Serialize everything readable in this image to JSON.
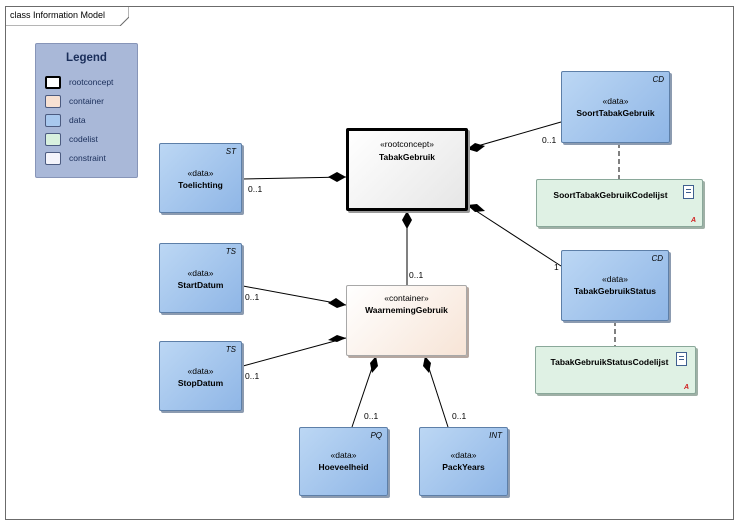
{
  "diagram": {
    "title": "class Information Model"
  },
  "legend": {
    "title": "Legend",
    "items": [
      {
        "label": "rootconcept",
        "color": "#ffffff",
        "border": "#000000"
      },
      {
        "label": "container",
        "color": "#f7e1d3",
        "border": "#4c5b80"
      },
      {
        "label": "data",
        "color": "#a8c8ee",
        "border": "#4c5b80"
      },
      {
        "label": "codelist",
        "color": "#d8f0de",
        "border": "#4c5b80"
      },
      {
        "label": "constraint",
        "color": "#f4f4fb",
        "border": "#4c5b80"
      }
    ]
  },
  "classes": {
    "tabakgebruik": {
      "stereotype": "«rootconcept»",
      "name": "TabakGebruik"
    },
    "waarnemingebruik": {
      "stereotype": "«container»",
      "name": "WaarnemingGebruik"
    },
    "toelichting": {
      "stereotype": "«data»",
      "name": "Toelichting",
      "type": "ST"
    },
    "startdatum": {
      "stereotype": "«data»",
      "name": "StartDatum",
      "type": "TS"
    },
    "stopdatum": {
      "stereotype": "«data»",
      "name": "StopDatum",
      "type": "TS"
    },
    "hoeveelheid": {
      "stereotype": "«data»",
      "name": "Hoeveelheid",
      "type": "PQ"
    },
    "packyears": {
      "stereotype": "«data»",
      "name": "PackYears",
      "type": "INT"
    },
    "soorttabakgebruik": {
      "stereotype": "«data»",
      "name": "SoortTabakGebruik",
      "type": "CD"
    },
    "tabakgebruikstatus": {
      "stereotype": "«data»",
      "name": "TabakGebruikStatus",
      "type": "CD"
    },
    "soorttabakgebruikcodelijst": {
      "name": "SoortTabakGebruikCodelijst",
      "mark": "A"
    },
    "tabakgebruikstatuscodelijst": {
      "name": "TabakGebruikStatusCodelijst",
      "mark": "A"
    }
  },
  "multiplicities": {
    "toelichting": "0..1",
    "waarneming": "0..1",
    "startdatum": "0..1",
    "stopdatum": "0..1",
    "hoeveelheid": "0..1",
    "packyears": "0..1",
    "soorttabakgebruik": "0..1",
    "tabakgebruikstatus": "1"
  }
}
